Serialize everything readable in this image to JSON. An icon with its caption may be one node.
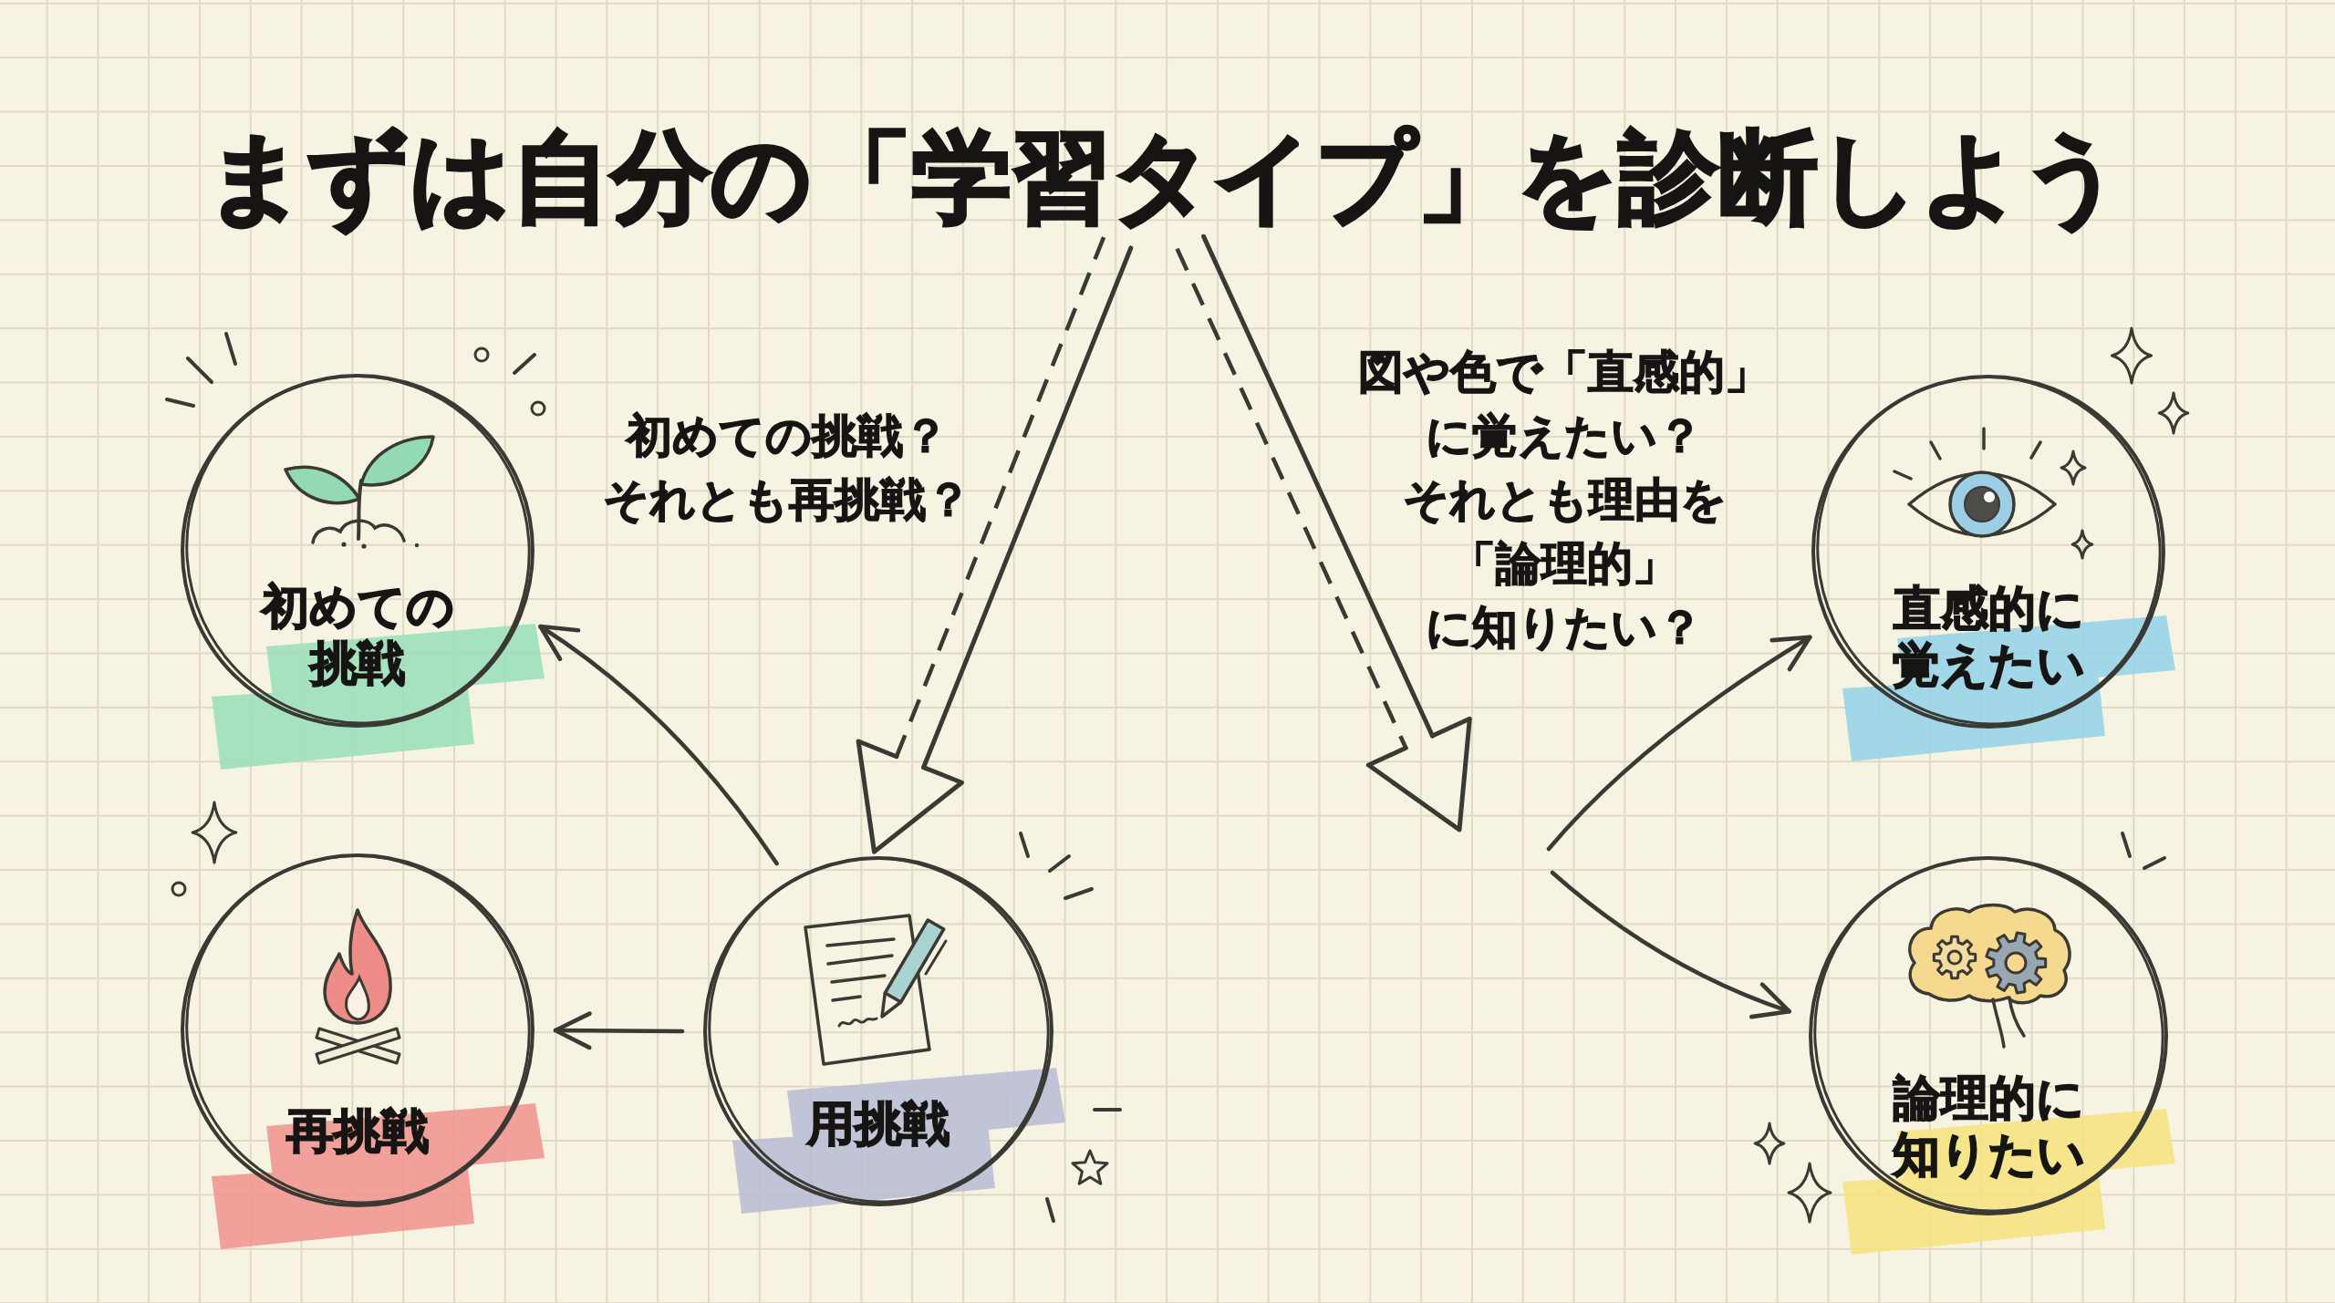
{
  "diagram": {
    "nodes": [
      {
        "text": [
          "まずは自分の「学習タイプ」を診断しよう"
        ]
      },
      {
        "text": [
          "初めての挑戦"
        ]
      },
      {
        "text": [
          "直感的に覚えたい"
        ]
      },
      {
        "text": [
          "再挑戦"
        ]
      },
      {
        "text": [
          "用挑戦"
        ]
      },
      {
        "text": [
          "論理的に知りたい"
        ]
      }
    ],
    "edges": [
      {
        "from": 0,
        "to": 4,
        "arrow": "to",
        "style": "dashed"
      },
      {
        "from": 0,
        "to": null,
        "arrow": "to",
        "style": "dashed"
      },
      {
        "from": 4,
        "to": 1,
        "arrow": "to"
      },
      {
        "from": 4,
        "to": 3,
        "arrow": "to"
      },
      {
        "from": null,
        "to": 2,
        "arrow": "to"
      },
      {
        "from": null,
        "to": 5,
        "arrow": "to"
      }
    ],
    "labels": [
      "初めての挑戦？それとも再挑戦？",
      "図や色で「直感的」に覚えたい？それとも理由を「論理的」に知りたい？"
    ]
  }
}
